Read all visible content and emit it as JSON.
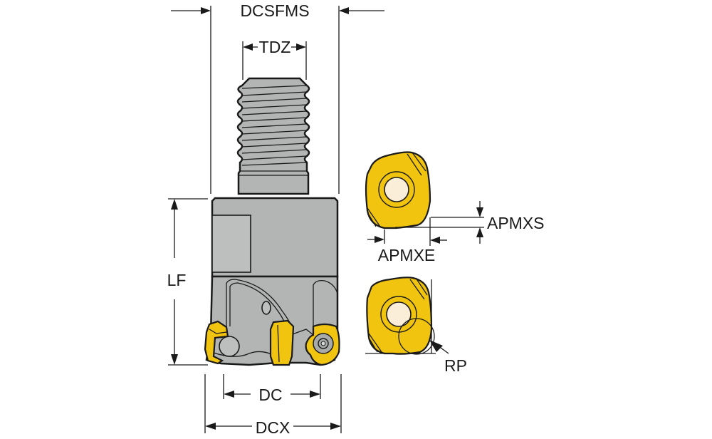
{
  "diagram": {
    "subject": "Indexable milling cutter with threaded shank (screw-fit) and round-edge square inserts",
    "colors": {
      "tool_body": "#b3b5b5",
      "insert": "#f1c40f",
      "insert_hole": "#fbeed9",
      "outline": "#1a1a1a",
      "background": "#ffffff"
    },
    "labels": {
      "dcsfms": "DCSFMS",
      "tdz": "TDZ",
      "lf": "LF",
      "dc": "DC",
      "dcx": "DCX",
      "apmxs": "APMXS",
      "apmxe": "APMXE",
      "rp": "RP"
    },
    "components": [
      {
        "name": "threaded-shank",
        "label_ref": "tdz"
      },
      {
        "name": "cutter-body",
        "label_ref": "lf"
      },
      {
        "name": "insert-detail-depth",
        "label_refs": [
          "apmxs",
          "apmxe"
        ]
      },
      {
        "name": "insert-detail-radius",
        "label_ref": "rp"
      }
    ]
  }
}
